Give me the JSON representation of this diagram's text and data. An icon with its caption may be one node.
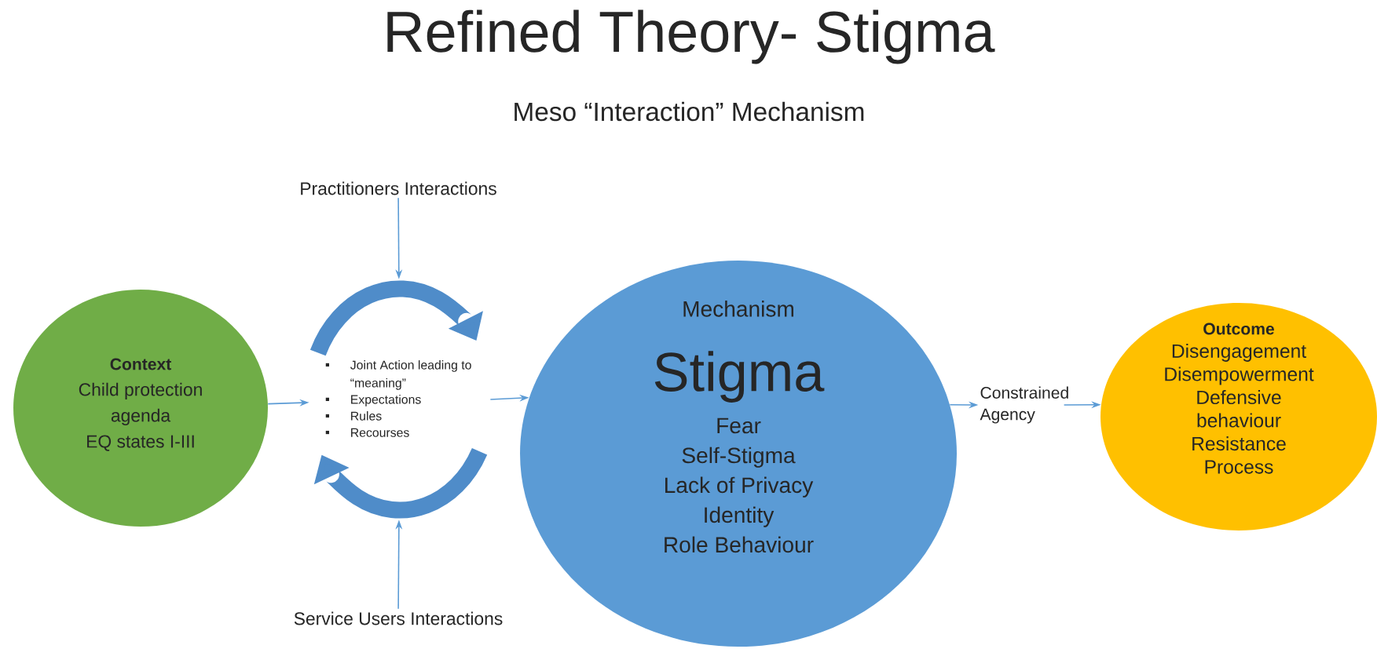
{
  "diagram": {
    "title": "Refined Theory- Stigma",
    "nodes": [
      {
        "text": [
          "Context",
          "Child protection agenda",
          "EQ states I-III"
        ]
      },
      {
        "text": [
          "Practitioners Interactions"
        ]
      },
      {
        "text": [
          "Joint Action leading to “meaning”",
          "Expectations",
          "Rules",
          "Recourses"
        ]
      },
      {
        "text": [
          "Service Users Interactions"
        ]
      },
      {
        "text": [
          "Mechanism",
          "Stigma",
          "Fear",
          "Self-Stigma",
          "Lack of Privacy",
          "Identity",
          "Role Behaviour"
        ]
      },
      {
        "text": [
          "Constrained Agency"
        ]
      },
      {
        "text": [
          "Outcome",
          "Disengagement",
          "Disempowerment",
          "Defensive behaviour",
          "Resistance",
          "Process"
        ]
      }
    ],
    "edges": [
      {
        "from": 0,
        "to": 2,
        "arrow": "to"
      },
      {
        "from": 1,
        "to": 2,
        "arrow": "to"
      },
      {
        "from": 3,
        "to": 2,
        "arrow": "to"
      },
      {
        "from": 2,
        "to": 4,
        "arrow": "to"
      },
      {
        "from": 4,
        "to": 5,
        "arrow": "to"
      },
      {
        "from": 5,
        "to": 6,
        "arrow": "to"
      }
    ],
    "labels": [
      "Meso “Interaction” Mechanism"
    ]
  }
}
